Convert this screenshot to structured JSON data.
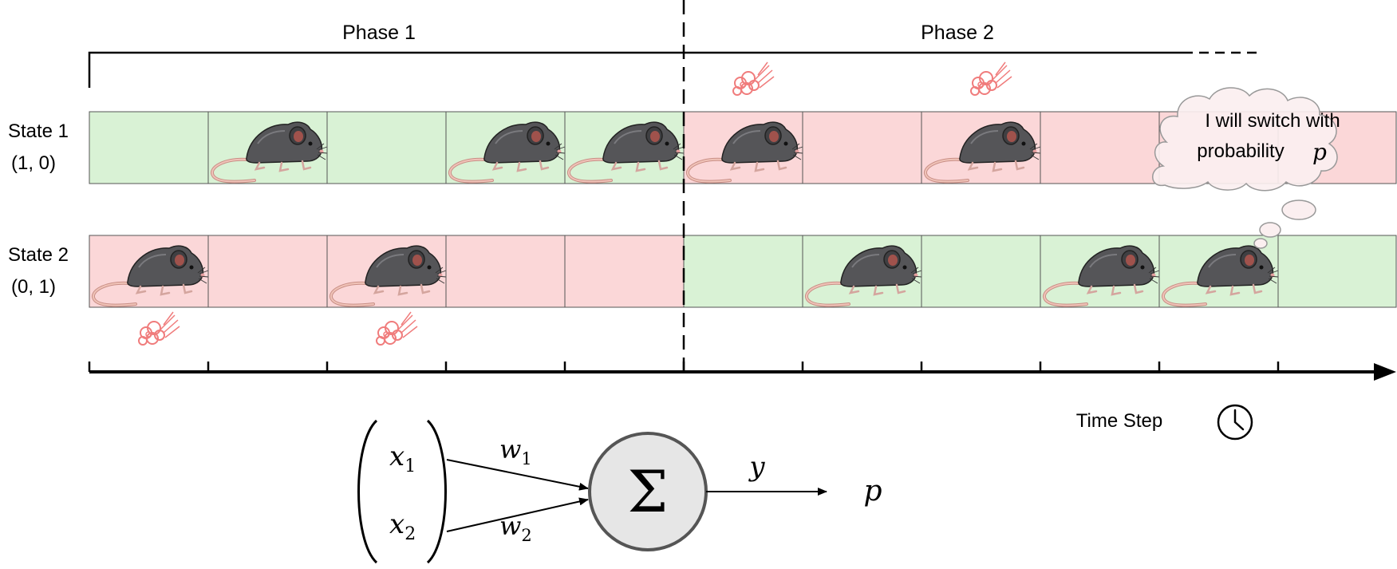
{
  "phases": [
    {
      "label": "Phase 1"
    },
    {
      "label": "Phase 2"
    }
  ],
  "states": [
    {
      "name": "State 1",
      "vector": "(1, 0)"
    },
    {
      "name": "State 2",
      "vector": "(0, 1)"
    }
  ],
  "rows": [
    {
      "colors": [
        "green",
        "green",
        "green",
        "green",
        "green",
        "red",
        "red",
        "red",
        "red",
        "red",
        "red"
      ],
      "mouse": [
        false,
        true,
        false,
        true,
        true,
        true,
        false,
        true,
        false,
        false,
        false
      ],
      "puff": [
        false,
        false,
        false,
        false,
        false,
        true,
        false,
        true,
        false,
        false,
        false
      ]
    },
    {
      "colors": [
        "red",
        "red",
        "red",
        "red",
        "red",
        "green",
        "green",
        "green",
        "green",
        "green",
        "green"
      ],
      "mouse": [
        true,
        false,
        true,
        false,
        false,
        false,
        true,
        false,
        true,
        true,
        false
      ],
      "puff": [
        true,
        false,
        true,
        false,
        false,
        false,
        false,
        false,
        false,
        false,
        false
      ]
    }
  ],
  "thought": {
    "line1": "I will switch with",
    "line2": "probability",
    "var": "p"
  },
  "time_axis": {
    "label": "Time Step",
    "icon": "clock-icon"
  },
  "neuron": {
    "inputs": [
      "x",
      "x"
    ],
    "input_subs": [
      "1",
      "2"
    ],
    "weights": [
      "w",
      "w"
    ],
    "weight_subs": [
      "1",
      "2"
    ],
    "sum": "Σ",
    "output": "y",
    "result": "p"
  },
  "colors": {
    "green_fill": "#d9f2d5",
    "red_fill": "#fbd7d8",
    "puff": "#f07c7c",
    "mouse_body": "#555558",
    "mouse_tail": "#e8b4aa",
    "neuron_fill": "#e6e6e6"
  }
}
